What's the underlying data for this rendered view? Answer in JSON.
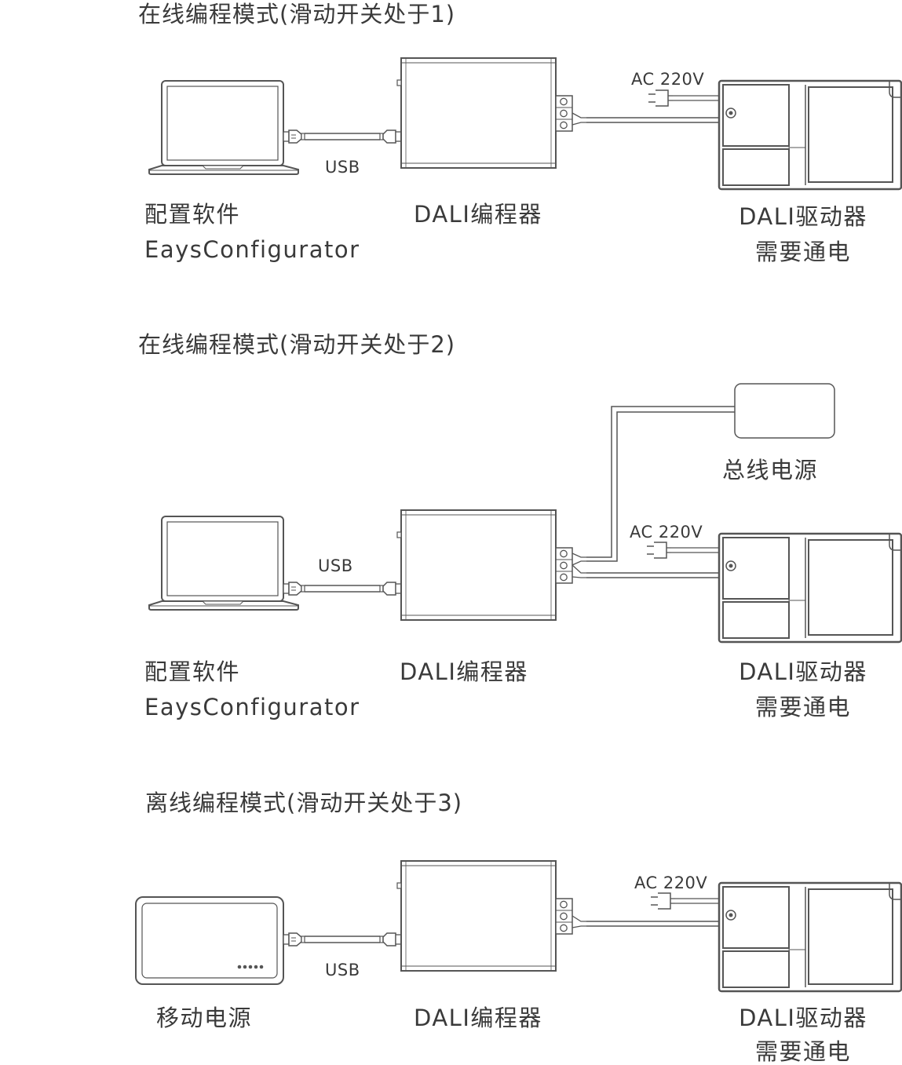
{
  "colors": {
    "stroke": "#555555",
    "text": "#3a3a3a",
    "background": "#ffffff"
  },
  "sections": [
    {
      "title": "在线编程模式(滑动开关处于1)",
      "usb": "USB",
      "ac": "AC 220V",
      "source_label_1": "配置软件",
      "source_label_2": "EaysConfigurator",
      "programmer_label": "DALI编程器",
      "driver_label_1": "DALI驱动器",
      "driver_label_2": "需要通电"
    },
    {
      "title": "在线编程模式(滑动开关处于2)",
      "usb": "USB",
      "ac": "AC 220V",
      "bus_power_label": "总线电源",
      "source_label_1": "配置软件",
      "source_label_2": "EaysConfigurator",
      "programmer_label": "DALI编程器",
      "driver_label_1": "DALI驱动器",
      "driver_label_2": "需要通电"
    },
    {
      "title": "离线编程模式(滑动开关处于3)",
      "usb": "USB",
      "ac": "AC 220V",
      "source_label_1": "移动电源",
      "programmer_label": "DALI编程器",
      "driver_label_1": "DALI驱动器",
      "driver_label_2": "需要通电"
    }
  ]
}
